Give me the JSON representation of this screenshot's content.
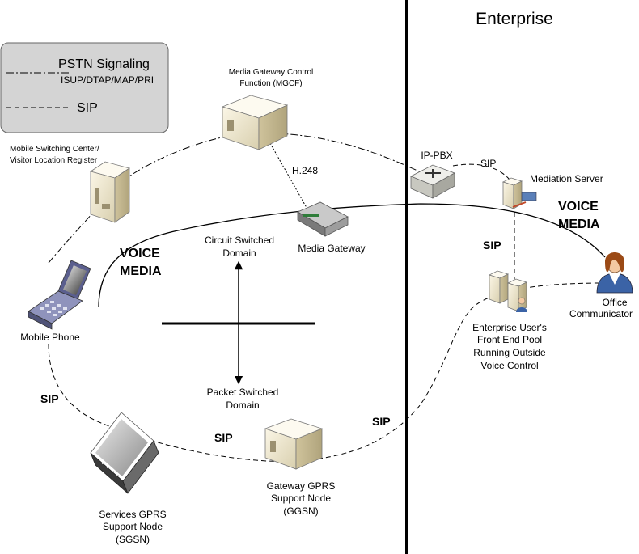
{
  "enterprise_title": "Enterprise",
  "legend": {
    "pstn_label": "PSTN Signaling",
    "pstn_sub": "ISUP/DTAP/MAP/PRI",
    "sip_label": "SIP"
  },
  "nodes": {
    "mgcf": {
      "line1": "Media Gateway Control",
      "line2": "Function (MGCF)"
    },
    "msc": {
      "line1": "Mobile Switching Center/",
      "line2": "Visitor Location Register"
    },
    "media_gateway": {
      "label": "Media Gateway"
    },
    "ip_pbx": {
      "label": "IP-PBX"
    },
    "mediation_server": {
      "label": "Mediation Server"
    },
    "mobile_phone": {
      "label": "Mobile Phone"
    },
    "office_communicator": {
      "line1": "Office",
      "line2": "Communicator"
    },
    "front_end_pool": {
      "line1": "Enterprise User's",
      "line2": "Front End Pool",
      "line3": "Running Outside",
      "line4": "Voice Control"
    },
    "sgsn": {
      "line1": "Services GPRS",
      "line2": "Support Node",
      "line3": "(SGSN)"
    },
    "ggsn": {
      "line1": "Gateway GPRS",
      "line2": "Support Node",
      "line3": "(GGSN)"
    }
  },
  "domains": {
    "circuit_line1": "Circuit Switched",
    "circuit_line2": "Domain",
    "packet_line1": "Packet Switched",
    "packet_line2": "Domain"
  },
  "link_labels": {
    "h248": "H.248",
    "sip_pbx": "SIP",
    "sip_mid": "SIP",
    "sip_left": "SIP",
    "sip_bottom": "SIP",
    "sip_right": "SIP",
    "voice_left_1": "VOICE",
    "voice_left_2": "MEDIA",
    "voice_right_1": "VOICE",
    "voice_right_2": "MEDIA"
  }
}
